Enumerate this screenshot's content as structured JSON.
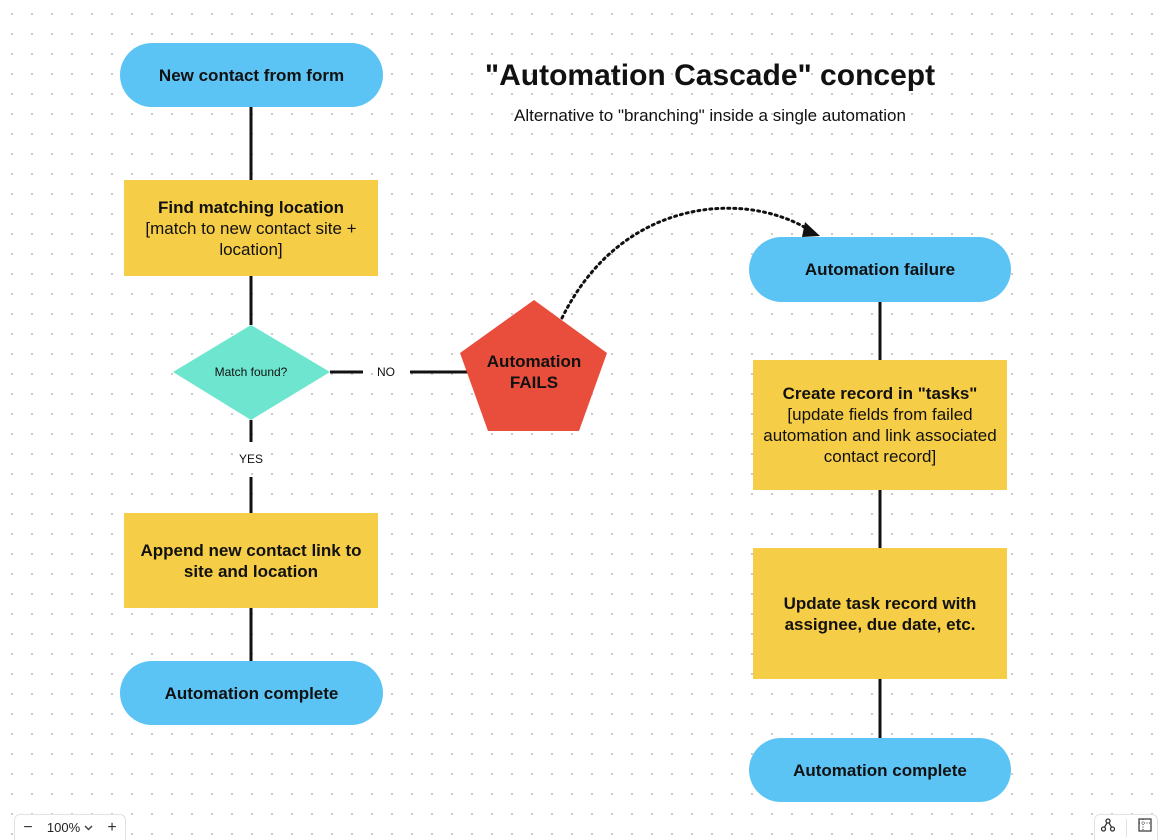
{
  "diagram": {
    "title": "\"Automation Cascade\" concept",
    "subtitle": "Alternative to \"branching\" inside a single automation",
    "nodes": {
      "start": "New contact from form",
      "find_title": "Find matching location",
      "find_body": "[match to new contact site + location]",
      "decision": "Match found?",
      "append": "Append new contact link to site and location",
      "complete_left": "Automation complete",
      "fails": "Automation\nFAILS",
      "failure": "Automation failure",
      "create_title": "Create record in \"tasks\"",
      "create_body": "[update fields from failed automation and link associated contact record]",
      "update": "Update task record with assignee, due date, etc.",
      "complete_right": "Automation complete"
    },
    "edge_labels": {
      "no": "NO",
      "yes": "YES"
    },
    "colors": {
      "pill": "#5bc4f5",
      "box": "#f6cd46",
      "diamond": "#6ee6cf",
      "pentagon": "#e94e3d"
    }
  },
  "toolbar": {
    "zoom_out": "−",
    "zoom_level": "100%",
    "zoom_in": "+",
    "chevron_icon": "chevron-down-icon",
    "graph_icon": "graph-icon",
    "minimap_icon": "minimap-icon"
  }
}
